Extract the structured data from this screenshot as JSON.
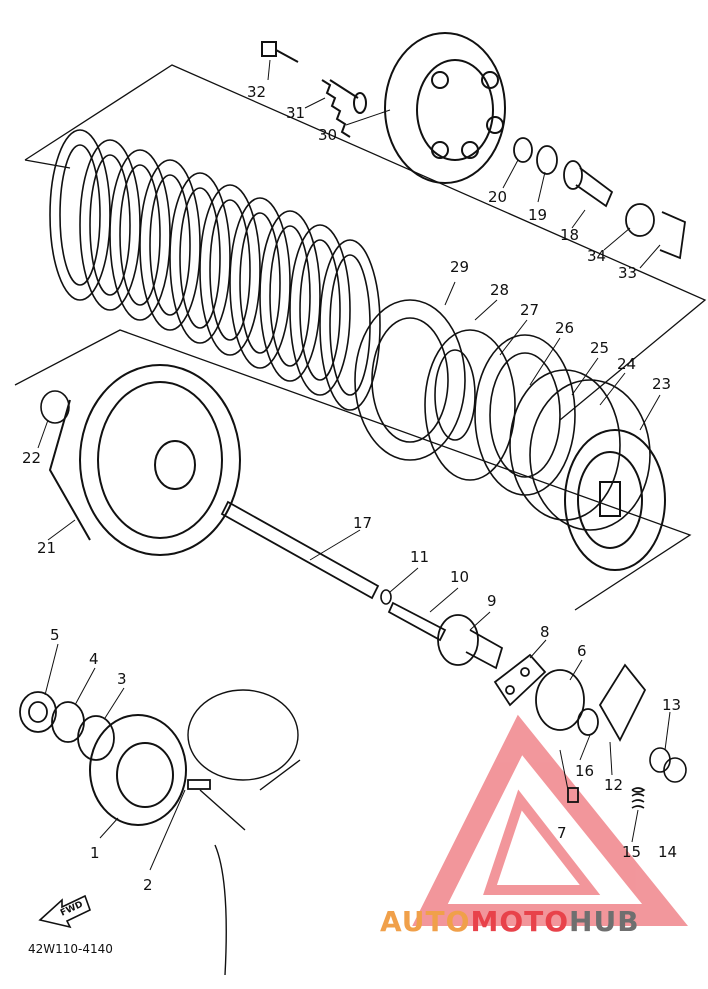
{
  "diagram": {
    "code": "42W110-4140",
    "fwd_label": "FWD",
    "callouts": [
      "1",
      "2",
      "3",
      "4",
      "5",
      "6",
      "7",
      "8",
      "9",
      "10",
      "11",
      "12",
      "13",
      "14",
      "15",
      "16",
      "17",
      "18",
      "19",
      "20",
      "21",
      "22",
      "23",
      "24",
      "25",
      "26",
      "27",
      "28",
      "29",
      "30",
      "31",
      "32",
      "33",
      "34"
    ]
  },
  "watermark": {
    "part1": "AUTO",
    "part2": "MOTO",
    "part3": "HUB",
    "colors": {
      "auto": "#f0a04a",
      "moto": "#e8424a",
      "hub": "#6f6f6f",
      "logo": "#e8424a"
    }
  }
}
